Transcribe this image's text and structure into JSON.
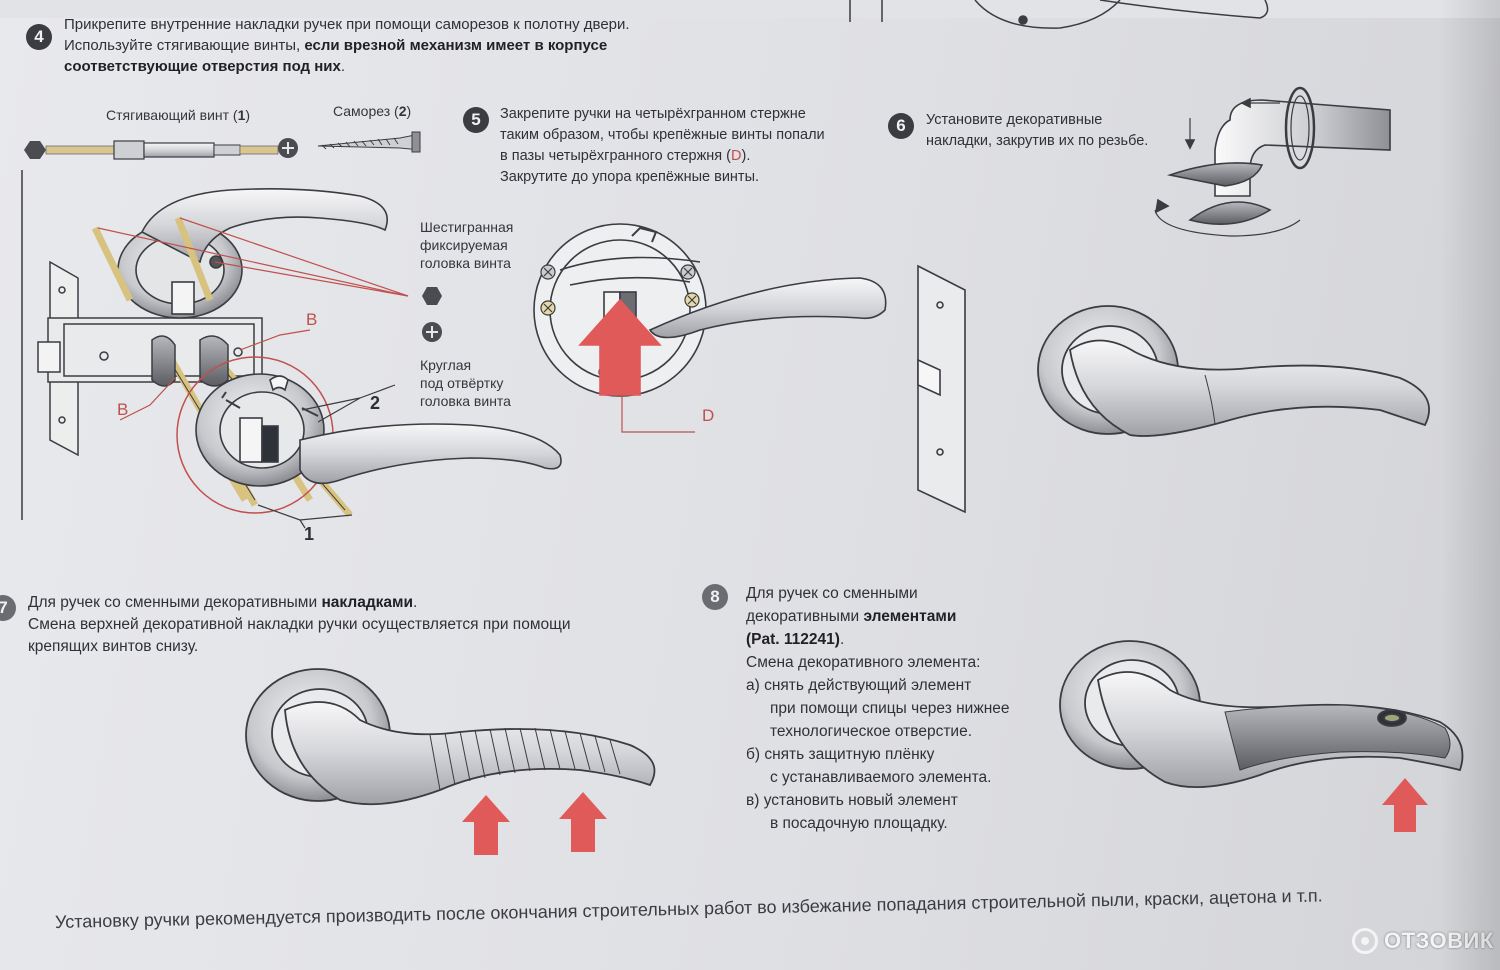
{
  "step4": {
    "number": "4",
    "line1": "Прикрепите внутренние накладки ручек при помощи саморезов к полотну двери.",
    "line2_a": "Используйте стягивающие винты, ",
    "line2_b": "если врезной механизм имеет в корпусе",
    "line3": "соответствующие отверстия под них",
    "line3_end": ".",
    "label_screw1": "Стягивающий винт (",
    "label_screw1_num": "1",
    "label_screw1_end": ")",
    "label_screw2": "Саморез (",
    "label_screw2_num": "2",
    "label_screw2_end": ")",
    "hex_head": [
      "Шестигранная",
      "фиксируемая",
      "головка винта"
    ],
    "round_head": [
      "Круглая",
      "под отвёртку",
      "головка винта"
    ],
    "marker_b1": "B",
    "marker_b2": "B",
    "marker_1": "1",
    "marker_2": "2"
  },
  "step5": {
    "number": "5",
    "lines": [
      "Закрепите ручки на четырёхгранном стержне",
      "таким образом, чтобы крепёжные винты попали",
      "в пазы четырёхгранного стержня (",
      "Закрутите до упора крепёжные винты."
    ],
    "d_inline": "D",
    "d_close": ").",
    "marker_d": "D"
  },
  "step6": {
    "number": "6",
    "lines": [
      "Установите декоративные",
      "накладки, закрутив их по резьбе."
    ]
  },
  "step7": {
    "number": "7",
    "line1_a": "Для ручек со сменными декоративными ",
    "line1_b": "накладками",
    "line1_end": ".",
    "line2": "Смена верхней декоративной накладки ручки осуществляется при помощи",
    "line3": "крепящих винтов снизу."
  },
  "step8": {
    "number": "8",
    "line1": "Для ручек со сменными",
    "line2_a": "декоративными ",
    "line2_b": "элементами",
    "line3": "(Pat. 112241)",
    "line3_end": ".",
    "line4": "Смена декоративного элемента:",
    "items": [
      "а) снять действующий элемент",
      "при помощи спицы через нижнее",
      "технологическое отверстие.",
      "б) снять защитную плёнку",
      "с устанавливаемого элемента.",
      "в) установить новый элемент",
      "в посадочную площадку."
    ]
  },
  "footer": "Установку ручки рекомендуется производить после окончания строительных работ во избежание попадания строительной пыли, краски, ацетона и т.п.",
  "logo": "ОТЗОВИК",
  "colors": {
    "accent_red": "#e05a5a",
    "marker_red": "#c0504d",
    "text": "#2f3138"
  }
}
